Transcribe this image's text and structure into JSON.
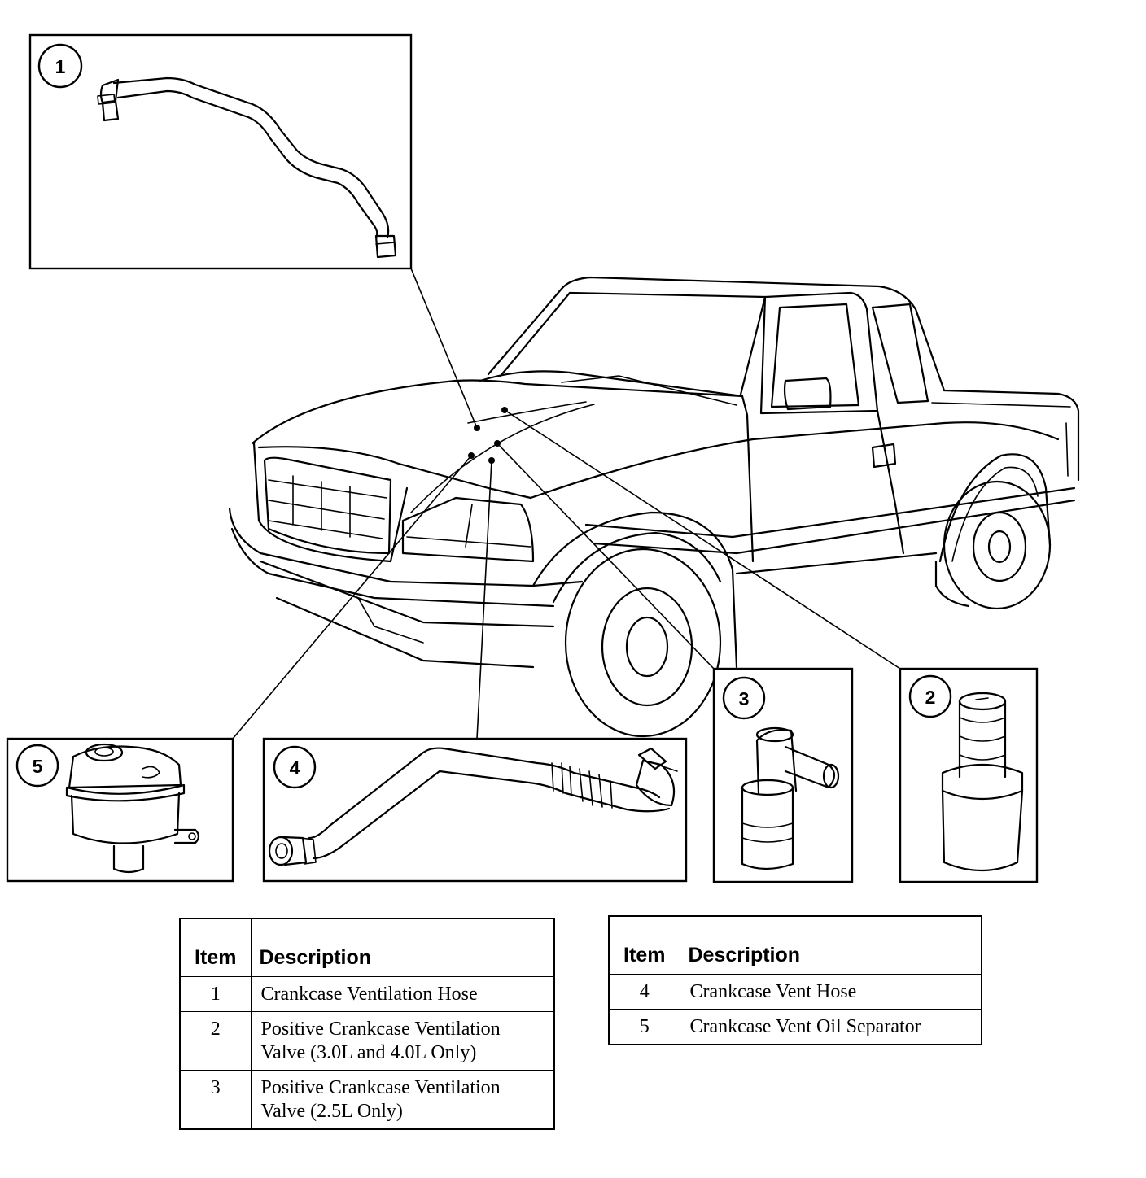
{
  "callouts": [
    "1",
    "2",
    "3",
    "4",
    "5"
  ],
  "legend_left": {
    "header_item": "Item",
    "header_description": "Description",
    "rows": [
      {
        "item": "1",
        "description": "Crankcase Ventilation Hose"
      },
      {
        "item": "2",
        "description": "Positive Crankcase Ventilation Valve (3.0L and 4.0L Only)"
      },
      {
        "item": "3",
        "description": "Positive Crankcase Ventilation Valve (2.5L Only)"
      }
    ]
  },
  "legend_right": {
    "header_item": "Item",
    "header_description": "Description",
    "rows": [
      {
        "item": "4",
        "description": "Crankcase Vent Hose"
      },
      {
        "item": "5",
        "description": "Crankcase Vent Oil Separator"
      }
    ]
  }
}
